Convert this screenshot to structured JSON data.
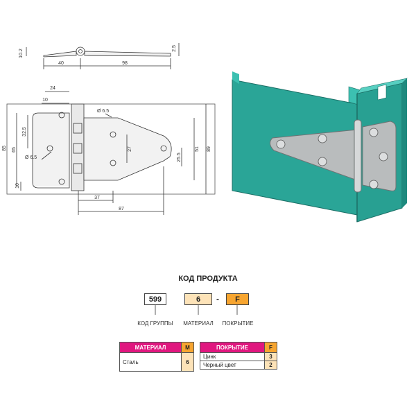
{
  "drawing": {
    "top_dims": {
      "thickness": "10.2",
      "plate_thickness": "2.5",
      "leaf_short": "40",
      "leaf_long": "98"
    },
    "plan_dims": {
      "leaf_width": "24",
      "edge_offset": "10",
      "hole_pitch_v": "32.5",
      "hole_dia_left": "Ø 6.5",
      "total_height": "65",
      "height_85": "85",
      "bottom_offset": "10",
      "hole_dia_right": "Ø 6.5",
      "hole_pitch_27": "27",
      "offset_25_5": "25.5",
      "height_51": "51",
      "height_89": "89",
      "dist_37": "37",
      "dist_87": "87"
    }
  },
  "product_code": {
    "title": "КОД ПРОДУКТА",
    "group_code": "599",
    "material_code": "6",
    "separator": "-",
    "finish_code": "F",
    "group_label": "КОД ГРУППЫ",
    "material_label": "МАТЕРИАЛ",
    "finish_label": "ПОКРЫТИЕ"
  },
  "material_table": {
    "header": "МАТЕРИАЛ",
    "code_header": "M",
    "rows": [
      {
        "name": "Сталь",
        "code": "6"
      }
    ]
  },
  "finish_table": {
    "header": "ПОКРЫТИЕ",
    "code_header": "F",
    "rows": [
      {
        "name": "Цинк",
        "code": "3"
      },
      {
        "name": "Черный цвет",
        "code": "2"
      }
    ]
  },
  "colors": {
    "magenta": "#e0177f",
    "orange": "#f7a530",
    "light_orange": "#fde3b8",
    "teal": "#2aa597",
    "steel": "#b9bcbd"
  }
}
